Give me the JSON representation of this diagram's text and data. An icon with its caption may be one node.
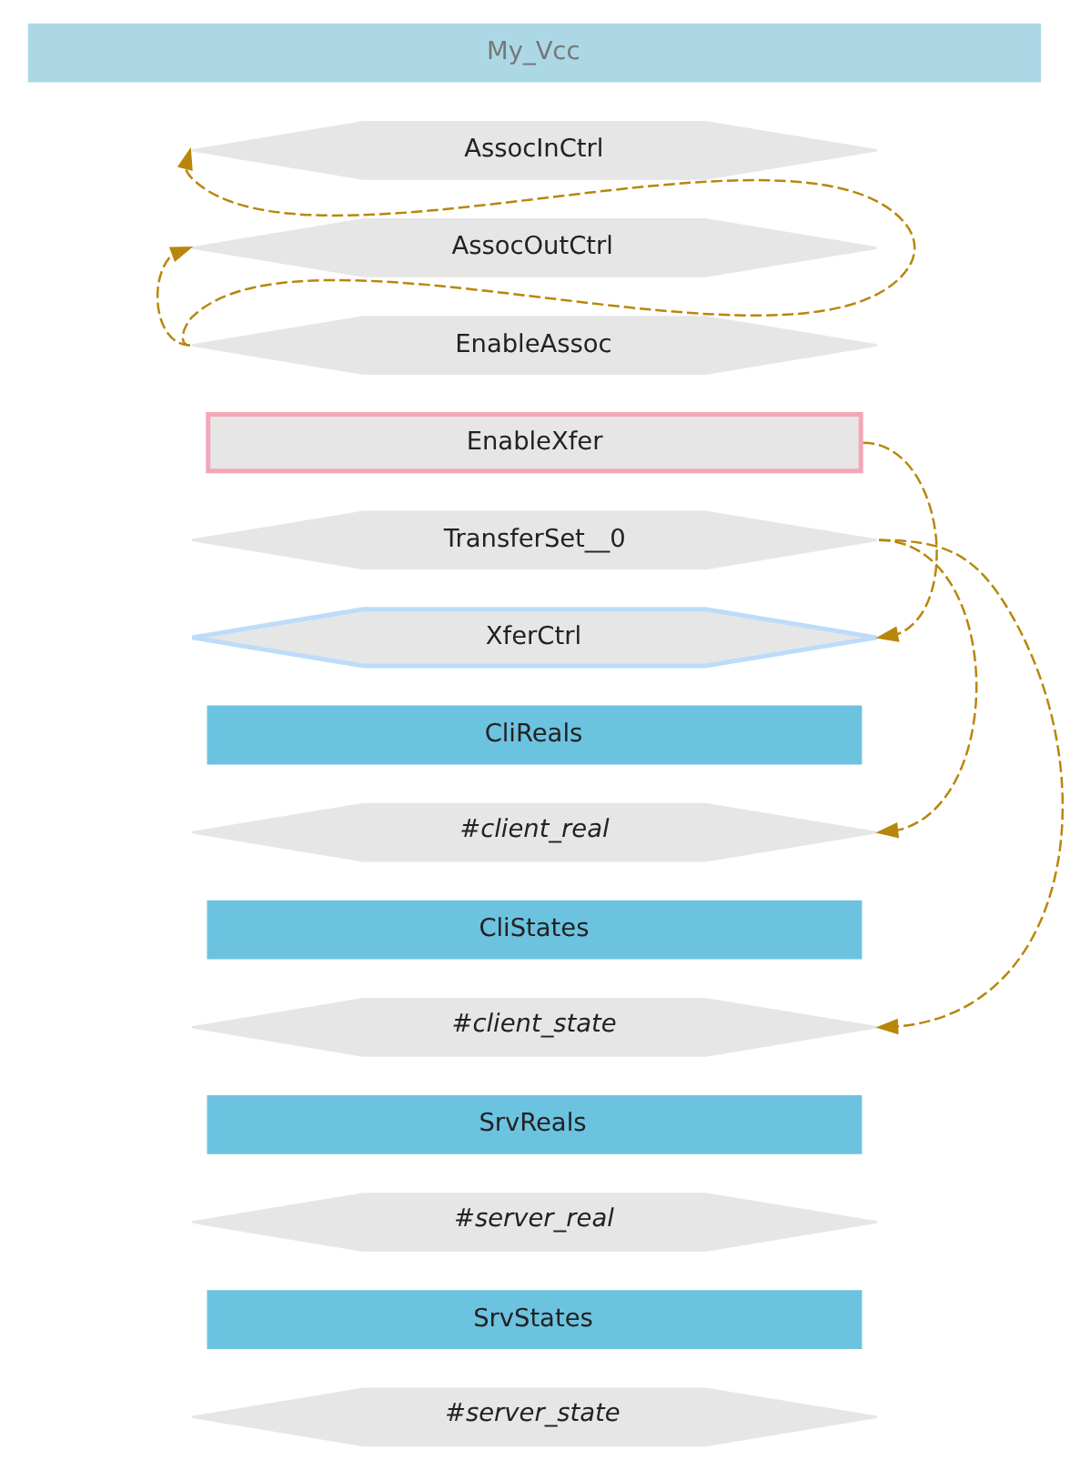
{
  "diagram": {
    "nodes": [
      {
        "text": [
          "My_Vcc"
        ]
      },
      {
        "text": [
          "AssocInCtrl"
        ]
      },
      {
        "text": [
          "AssocOutCtrl"
        ]
      },
      {
        "text": [
          "EnableAssoc"
        ]
      },
      {
        "text": [
          "EnableXfer"
        ]
      },
      {
        "text": [
          "TransferSet__0"
        ]
      },
      {
        "text": [
          "XferCtrl"
        ]
      },
      {
        "text": [
          "CliReals"
        ]
      },
      {
        "text": [
          "#client_real"
        ]
      },
      {
        "text": [
          "CliStates"
        ]
      },
      {
        "text": [
          "#client_state"
        ]
      },
      {
        "text": [
          "SrvReals"
        ]
      },
      {
        "text": [
          "#server_real"
        ]
      },
      {
        "text": [
          "SrvStates"
        ]
      },
      {
        "text": [
          "#server_state"
        ]
      }
    ],
    "edges": [
      {
        "from": 3,
        "to": 1,
        "arrow": "to",
        "style": "dashed"
      },
      {
        "from": 3,
        "to": 2,
        "arrow": "to",
        "style": "dashed"
      },
      {
        "from": 4,
        "to": 6,
        "arrow": "to",
        "style": "dashed"
      },
      {
        "from": 5,
        "to": 8,
        "arrow": "to",
        "style": "dashed"
      },
      {
        "from": 5,
        "to": 10,
        "arrow": "to",
        "style": "dashed"
      }
    ]
  }
}
